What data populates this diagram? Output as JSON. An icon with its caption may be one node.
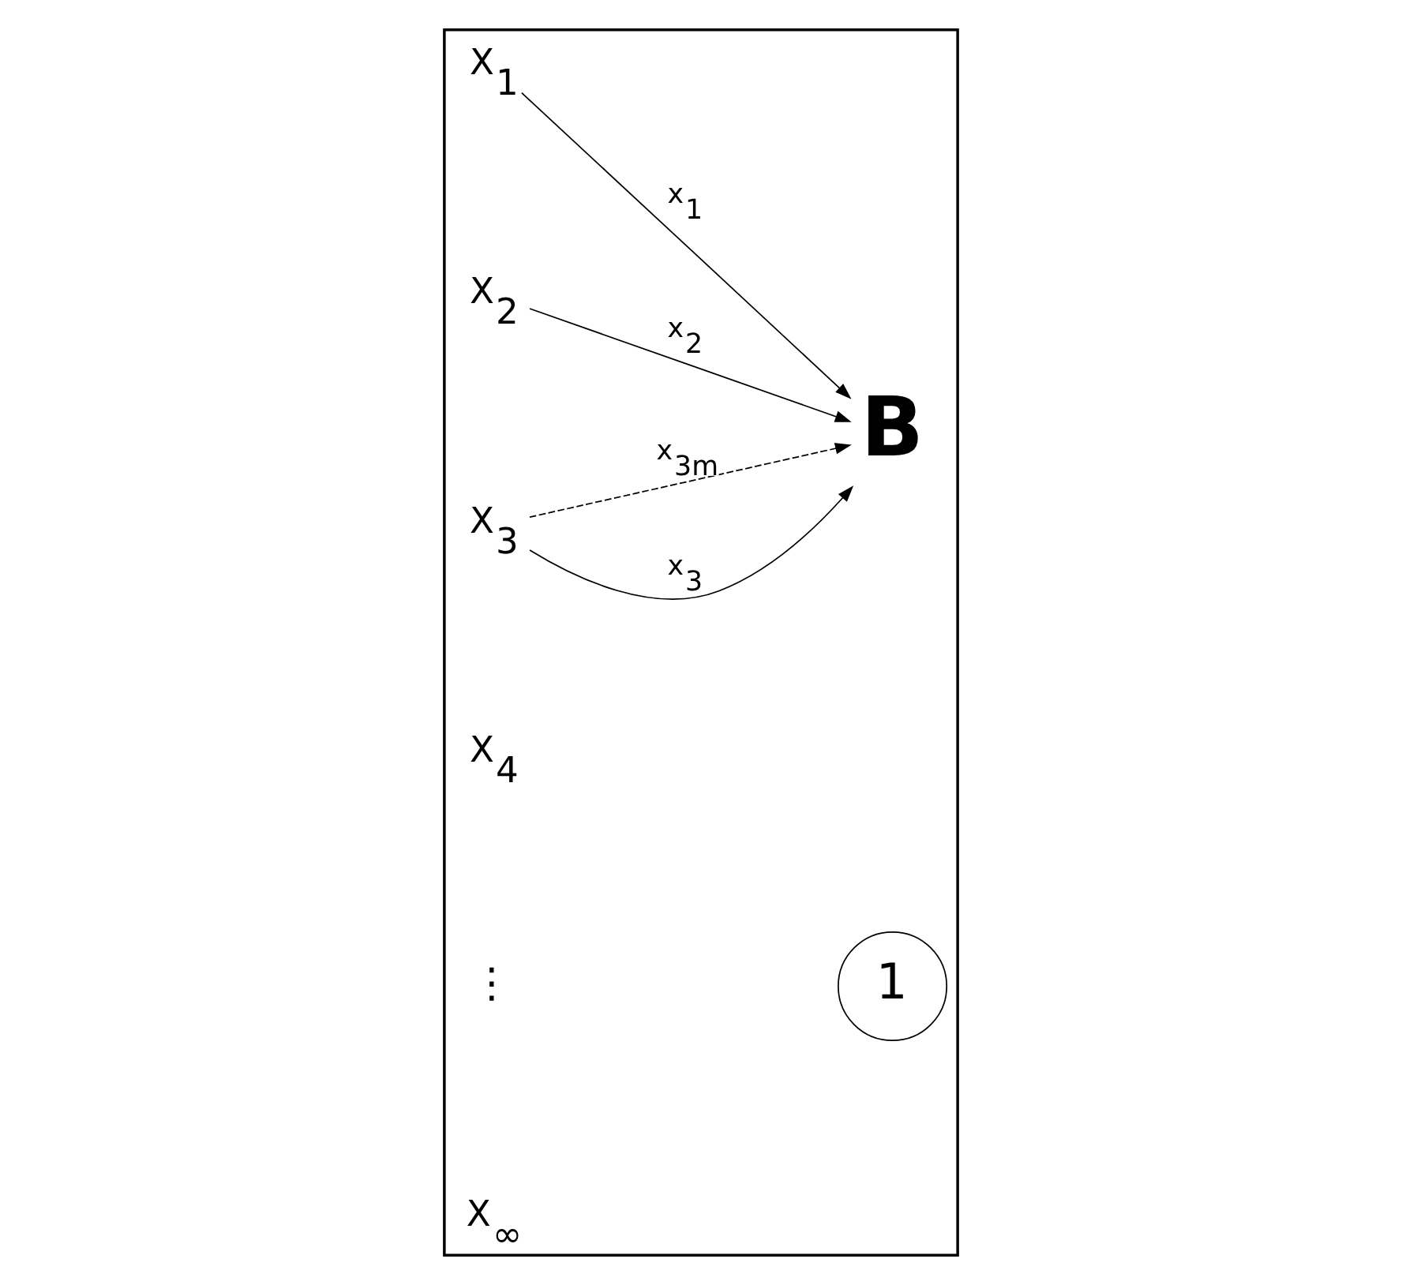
{
  "diagram": {
    "nodes": [
      {
        "text": [],
        "shape": "box"
      },
      {
        "text": [
          "X$_{1}$"
        ],
        "in": 0
      },
      {
        "text": [
          "X$_{2}$"
        ],
        "in": 0
      },
      {
        "text": [
          "X$_{3}$"
        ],
        "in": 0
      },
      {
        "text": [
          "X$_{4}$"
        ],
        "in": 0
      },
      {
        "text": [
          "X$_{∞}$"
        ],
        "in": 0
      },
      {
        "text": [
          "B"
        ],
        "in": 0
      },
      {
        "text": [
          "1"
        ],
        "in": 0
      }
    ],
    "edges": [
      {
        "from": 1,
        "to": 6,
        "arrow": "to",
        "label": "x$_{1}$"
      },
      {
        "from": 2,
        "to": 6,
        "arrow": "to",
        "label": "x$_{2}$"
      },
      {
        "from": 3,
        "to": 6,
        "arrow": "to",
        "label": "x$_{3}$"
      },
      {
        "from": 3,
        "to": 6,
        "arrow": "to",
        "label": "x$_{3m}$",
        "style": "dashed"
      }
    ],
    "labels": [
      "⋮"
    ]
  }
}
